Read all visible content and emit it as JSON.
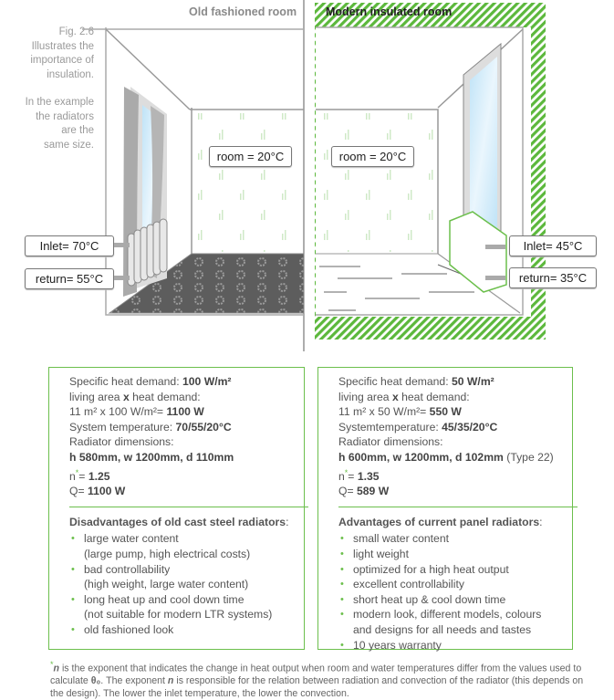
{
  "caption": {
    "fig": "Fig. 2.6",
    "lines1": [
      "Illustrates the",
      "importance of",
      "insulation."
    ],
    "lines2": [
      "In the example",
      "the radiators",
      "are the",
      "same size."
    ]
  },
  "old_room": {
    "title": "Old fashioned room",
    "room_temp": "room = 20°C",
    "inlet": "Inlet= 70°C",
    "return": "return= 55°C"
  },
  "modern_room": {
    "title": "Modern insulated room",
    "room_temp": "room = 20°C",
    "inlet": "Inlet= 45°C",
    "return": "return= 35°C"
  },
  "old_box": {
    "l1a": "Specific heat demand: ",
    "l1b": "100 W/m²",
    "l2a": "living area ",
    "l2b": "x",
    "l2c": " heat demand:",
    "l3a": "11 m² x 100 W/m²= ",
    "l3b": "1100 W",
    "l4a": "System temperature:  ",
    "l4b": "70/55/20°C",
    "l5": "Radiator dimensions:",
    "l6a": "h 580mm, w 1200mm, d  110mm",
    "l6b": "",
    "l7a": "n",
    "l7s": "*",
    "l7b": "= ",
    "l7c": "1.25",
    "l8a": "Q= ",
    "l8b": "1100 W",
    "heading": "Disadvantages of old cast steel radiators",
    "heading_suffix": ":",
    "items": [
      {
        "text": "large water content",
        "sub": "(large pump, high electrical costs)"
      },
      {
        "text": "bad controllability",
        "sub": "(high weight, large water content)"
      },
      {
        "text": "long heat up and cool down time",
        "sub": "(not suitable for modern LTR systems)"
      },
      {
        "text": "old fashioned look",
        "sub": null
      }
    ]
  },
  "new_box": {
    "l1a": "Specific heat demand: ",
    "l1b": "50 W/m²",
    "l2a": "living area ",
    "l2b": "x",
    "l2c": " heat demand:",
    "l3a": "11 m² x 50 W/m²= ",
    "l3b": "550 W",
    "l4a": "Systemtemperature:  ",
    "l4b": "45/35/20°C",
    "l5": "Radiator dimensions:",
    "l6a": "h 600mm, w 1200mm, d  102mm",
    "l6b": " (Type 22)",
    "l7a": "n",
    "l7s": "*",
    "l7b": "= ",
    "l7c": "1.35",
    "l8a": "Q= ",
    "l8b": "589 W",
    "heading": "Advantages of current panel radiators",
    "heading_suffix": ":",
    "items": [
      {
        "text": "small water content",
        "sub": null
      },
      {
        "text": "light weight",
        "sub": null
      },
      {
        "text": "optimized for a high heat output",
        "sub": null
      },
      {
        "text": "excellent controllability",
        "sub": null
      },
      {
        "text": "short heat up & cool down time",
        "sub": null
      },
      {
        "text": "modern look, different models, colours",
        "sub": "and designs for all needs and tastes"
      },
      {
        "text": "10 years warranty",
        "sub": null
      }
    ]
  },
  "footnote": {
    "star": "*",
    "n1": "n",
    "t1": " is the exponent that indicates the change in heat output when room and water temperatures differ from the values used to calculate ",
    "theta": "θ₀",
    "t2": ".  The exponent ",
    "n2": "n",
    "t3": " is responsible for the relation between radiation and convection of the radiator (this depends on the design). The lower the inlet temperature, the lower the convection."
  },
  "colors": {
    "green": "#6cbf4c",
    "floor": "#5d5d5d",
    "text": "#444444"
  }
}
